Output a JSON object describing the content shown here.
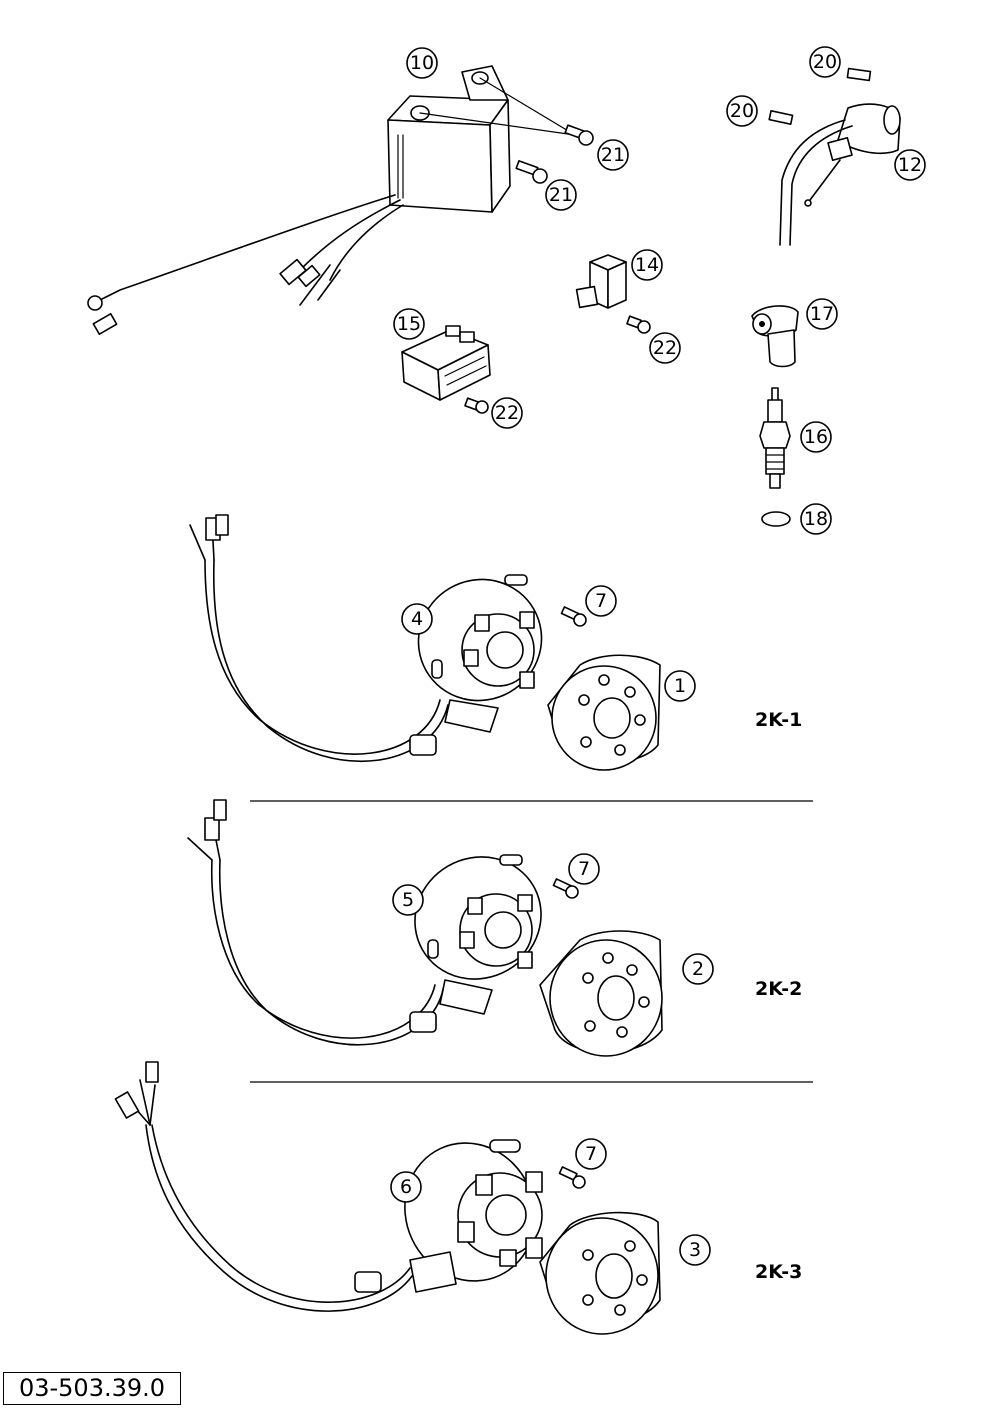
{
  "labels": {
    "p1": "1",
    "p2": "2",
    "p3": "3",
    "p4": "4",
    "p5": "5",
    "p6": "6",
    "p7a": "7",
    "p7b": "7",
    "p7c": "7",
    "p10": "10",
    "p12": "12",
    "p14": "14",
    "p15": "15",
    "p16": "16",
    "p17": "17",
    "p18": "18",
    "p20a": "20",
    "p20b": "20",
    "p21a": "21",
    "p21b": "21",
    "p22a": "22",
    "p22b": "22"
  },
  "variants": {
    "v1": "2K-1",
    "v2": "2K-2",
    "v3": "2K-3"
  },
  "drawing_code": "03-503.39.0"
}
